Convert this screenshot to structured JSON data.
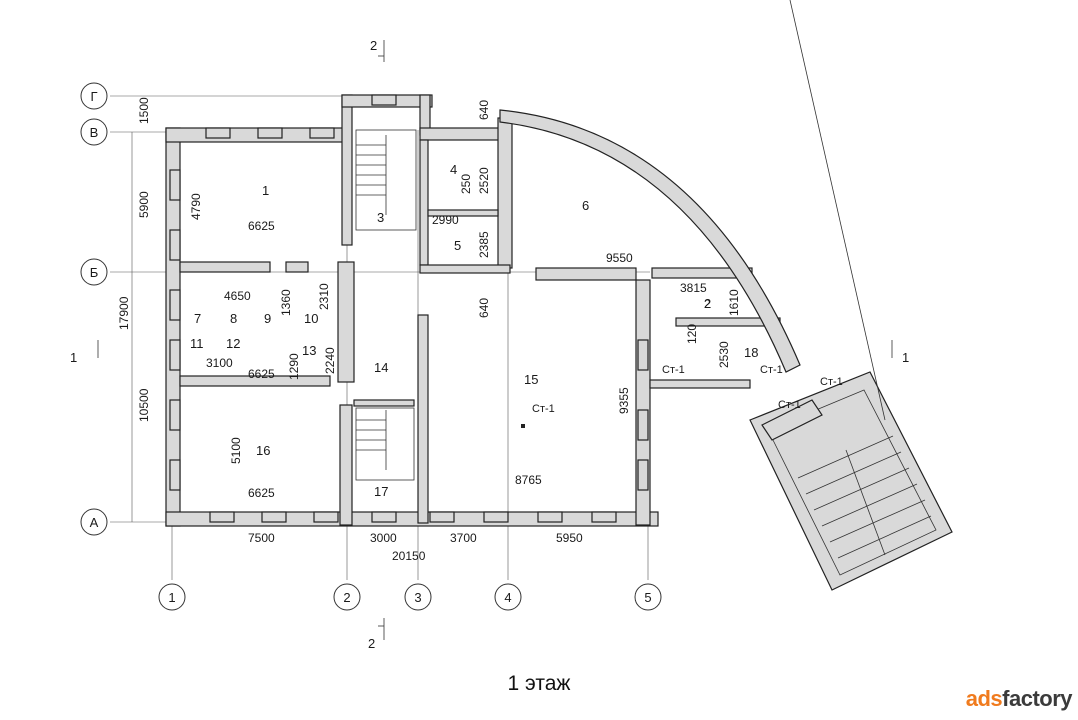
{
  "title": "1 этаж",
  "watermark": {
    "part1": "ads",
    "part2": "factory"
  },
  "axes": {
    "vertical": [
      "1",
      "2",
      "3",
      "4",
      "5"
    ],
    "horizontal": [
      "Г",
      "В",
      "Б",
      "А"
    ]
  },
  "section_marks": {
    "s2": "2",
    "s1": "1"
  },
  "rooms": {
    "r1": "1",
    "r2": "2",
    "r3": "3",
    "r4": "4",
    "r5": "5",
    "r6": "6",
    "r7": "7",
    "r8": "8",
    "r9": "9",
    "r10": "10",
    "r11": "11",
    "r12": "12",
    "r13": "13",
    "r14": "14",
    "r15": "15",
    "r16": "16",
    "r17": "17",
    "r18": "18"
  },
  "labels": {
    "st1": "Ст-1"
  },
  "dims": {
    "d1500": "1500",
    "d5900": "5900",
    "d17900": "17900",
    "d10500": "10500",
    "d4790": "4790",
    "d6625": "6625",
    "d640": "640",
    "d2520": "2520",
    "d250": "250",
    "d2990": "2990",
    "d2385": "2385",
    "d9550": "9550",
    "d3815": "3815",
    "d2": "2",
    "d1610": "1610",
    "d4650": "4650",
    "d1360": "1360",
    "d2310": "2310",
    "d3100": "3100",
    "d1290": "1290",
    "d2240": "2240",
    "d120": "120",
    "d2530": "2530",
    "d9355": "9355",
    "d5100": "5100",
    "d8765": "8765",
    "d7500": "7500",
    "d3000": "3000",
    "d3700": "3700",
    "d5950": "5950",
    "d20150": "20150"
  },
  "colors": {
    "accent": "#f07b1e",
    "wall_fill": "#d9d9d9",
    "line": "#222222"
  }
}
